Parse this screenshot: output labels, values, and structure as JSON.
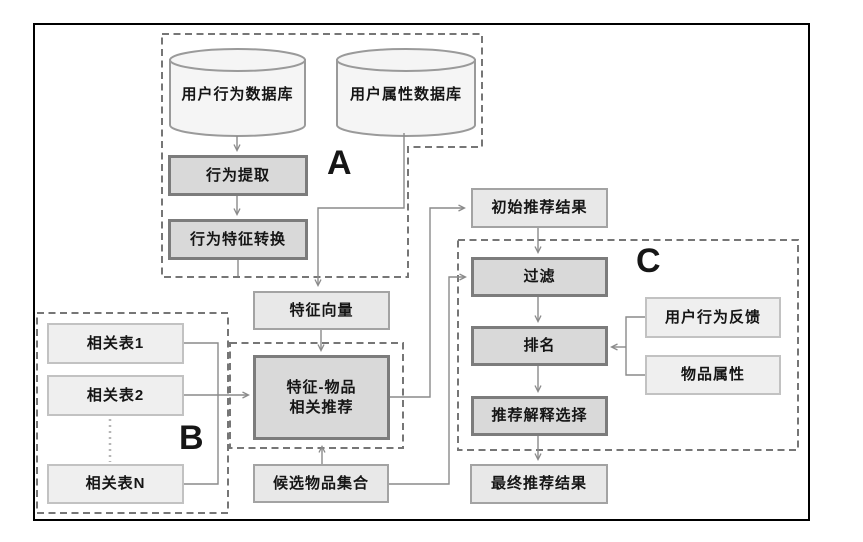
{
  "labels": {
    "db_user_behavior": "用户行为数据库",
    "db_user_attribute": "用户属性数据库",
    "behavior_extraction": "行为提取",
    "behavior_feature_transform": "行为特征转换",
    "feature_vector": "特征向量",
    "related_table_1": "相关表1",
    "related_table_2": "相关表2",
    "related_table_n": "相关表N",
    "feature_item_line1": "特征-物品",
    "feature_item_line2": "相关推荐",
    "initial_result": "初始推荐结果",
    "filter": "过滤",
    "rank": "排名",
    "user_behavior_feedback": "用户行为反馈",
    "item_attributes": "物品属性",
    "explanation_selection": "推荐解释选择",
    "candidate_items": "候选物品集合",
    "final_result": "最终推荐结果",
    "region_a": "A",
    "region_b": "B",
    "region_c": "C"
  },
  "edges": [
    {
      "from": "db_user_behavior",
      "to": "behavior_extraction"
    },
    {
      "from": "behavior_extraction",
      "to": "behavior_feature_transform"
    },
    {
      "from": "behavior_feature_transform",
      "to": "region_a_border"
    },
    {
      "from": "db_user_attribute",
      "to": "feature_vector"
    },
    {
      "from": "feature_vector",
      "to": "feature_item_recommendation"
    },
    {
      "from": "related_tables_1_2_n",
      "to": "feature_item_recommendation"
    },
    {
      "from": "feature_item_recommendation",
      "to": "initial_result"
    },
    {
      "from": "initial_result",
      "to": "filter"
    },
    {
      "from": "candidate_items",
      "to": "filter"
    },
    {
      "from": "candidate_items",
      "to": "feature_item_recommendation"
    },
    {
      "from": "filter",
      "to": "rank"
    },
    {
      "from": "user_behavior_feedback",
      "to": "rank"
    },
    {
      "from": "item_attributes",
      "to": "rank"
    },
    {
      "from": "rank",
      "to": "explanation_selection"
    },
    {
      "from": "explanation_selection",
      "to": "final_result"
    }
  ],
  "colors": {
    "process_fill": "#d9d9d9",
    "process_border": "#7c7c7c",
    "data_fill": "#e8e8e8",
    "data_border": "#a3a3a3",
    "light_fill": "#efefef",
    "light_border": "#c2c2c2",
    "cylinder_fill": "#f5f5f5",
    "cylinder_border": "#9a9a9a",
    "connector": "#8a8a8a",
    "dashed_border": "#767676",
    "frame": "#000000",
    "text": "#151515"
  }
}
